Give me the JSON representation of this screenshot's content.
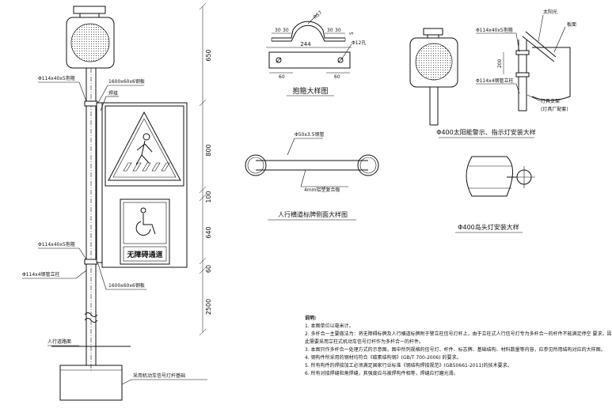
{
  "pole": {
    "dims": [
      "650",
      "800",
      "100",
      "640",
      "60",
      "2500"
    ],
    "clamp_top": "Φ114x40x5抱箍",
    "plate_top": "1600x60x6钢板",
    "weld": "焊接",
    "clamp_bottom": "Φ114x40x5抱箍",
    "pole_label": "Φ114x4钢管立柱",
    "plate_bottom": "1600x60x6钢板",
    "sidewalk": "人行道路面",
    "foundation": "采用机动车信号灯杆基础"
  },
  "sign": {
    "accessible_text": "无障碍通道"
  },
  "hoop": {
    "title": "抱箍大样图",
    "r_label": "R57",
    "dims": [
      "30",
      "30",
      "30",
      "30",
      "5",
      "244",
      "60",
      "60"
    ],
    "hole": "Φ12孔"
  },
  "section": {
    "title": "人行横道标牌侧面大样图",
    "tube": "Φ50x3.5钢管",
    "plate": "4mm铝塑复合板"
  },
  "solar": {
    "title": "Φ400太阳能警示、指示灯安装大样",
    "clamp": "Φ114x40x5抱箍",
    "dim": "200",
    "pole": "Φ114x4钢管立柱",
    "panel": "太阳光",
    "board": "板面",
    "bracket": "灯具支架",
    "bracket2": "(灯具厂配套)"
  },
  "lamp": {
    "title": "Φ400岛头灯安装大样"
  },
  "notes": {
    "heading": "说明:",
    "items": [
      "1. 本图单位以毫米计。",
      "2. 多杆合一主要做法为：将无障碍标牌及人行横道标牌附于警立柱信号灯杆上，由于立柱式人行信号灯专为多杆合一的杆件不能满足停空 要求，因",
      "此需要采用立柱式机动车信号灯杆作为多杆合一的杆件。",
      "3. 本图只作多杆合一处理方式的示意图，图中所列规格的信号灯、杆件、标志牌、基础结构、材料数量等内容，应参见所用结构对应的大样图。",
      "4. 钢构件所采用的钢材均符合《碳素结构钢》(GB/T 700-2006) 的要求。",
      "5. 所有构件的焊接加工必须满足国家行业标准《钢结构焊接规范》(GB50661-2011)的技术要求。",
      "6. 所有对接焊缝和角焊缝，其强度应与被焊构件相等，焊缝应打磨光滑。"
    ]
  }
}
